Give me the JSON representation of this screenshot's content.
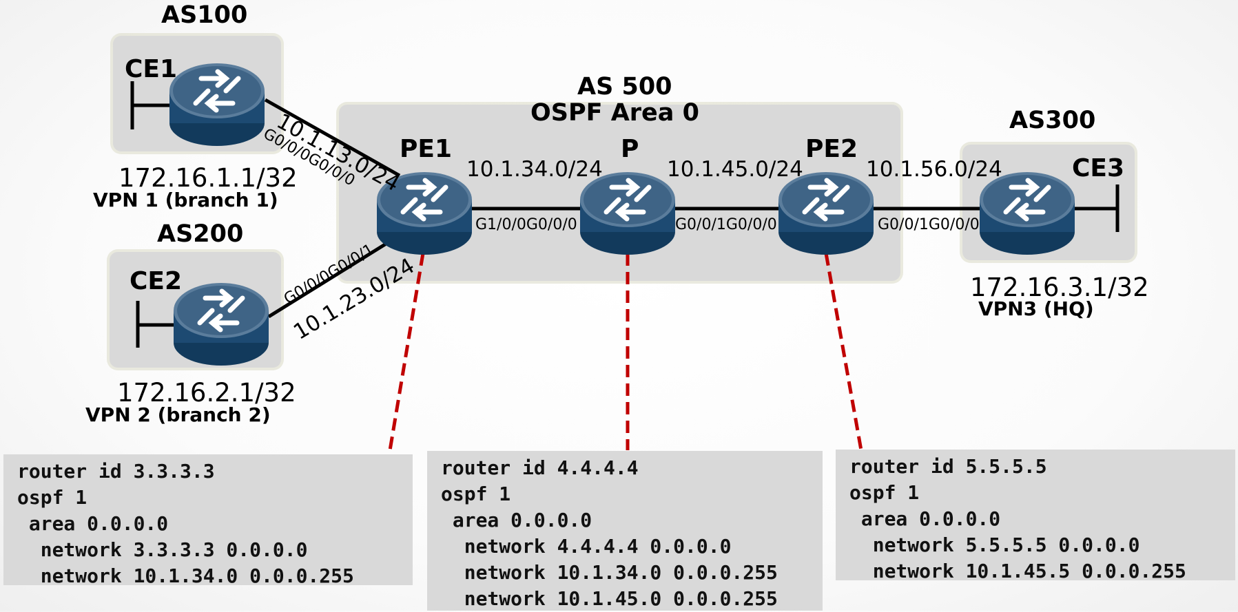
{
  "zones": {
    "as100": "AS100",
    "as200": "AS200",
    "as300": "AS300",
    "core_line1": "AS 500",
    "core_line2": "OSPF Area 0"
  },
  "routers": {
    "ce1": "CE1",
    "ce2": "CE2",
    "ce3": "CE3",
    "pe1": "PE1",
    "p": "P",
    "pe2": "PE2"
  },
  "links": {
    "ce1_pe1": "10.1.13.0/24",
    "ce2_pe1": "10.1.23.0/24",
    "pe1_p": "10.1.34.0/24",
    "p_pe2": "10.1.45.0/24",
    "pe2_ce3": "10.1.56.0/24"
  },
  "interfaces": {
    "ce1_pe1": "G0/0/0G0/0/0",
    "ce2_pe1": "G0/0/0G0/0/1",
    "pe1_p": "G1/0/0G0/0/0",
    "p_pe2": "G0/0/1G0/0/0",
    "pe2_ce3": "G0/0/1G0/0/0"
  },
  "sites": {
    "ce1_addr": "172.16.1.1/32",
    "ce1_vpn": "VPN 1 (branch 1)",
    "ce2_addr": "172.16.2.1/32",
    "ce2_vpn": "VPN 2 (branch 2)",
    "ce3_addr": "172.16.3.1/32",
    "ce3_vpn": "VPN3  (HQ)"
  },
  "configs": {
    "pe1": "router id 3.3.3.3\nospf 1\n area 0.0.0.0\n  network 3.3.3.3 0.0.0.0\n  network 10.1.34.0 0.0.0.255",
    "p": "router id 4.4.4.4\nospf 1\n area 0.0.0.0\n  network 4.4.4.4 0.0.0.0\n  network 10.1.34.0 0.0.0.255\n  network 10.1.45.0 0.0.0.255",
    "pe2": "router id 5.5.5.5\nospf 1\n area 0.0.0.0\n  network 5.5.5.5 0.0.0.0\n  network 10.1.45.5 0.0.0.255"
  },
  "colors": {
    "router_body": "#1d4a72",
    "router_top": "#5b7d9c",
    "zone_fill": "#d9d9d9",
    "callout_line": "#c00000"
  }
}
